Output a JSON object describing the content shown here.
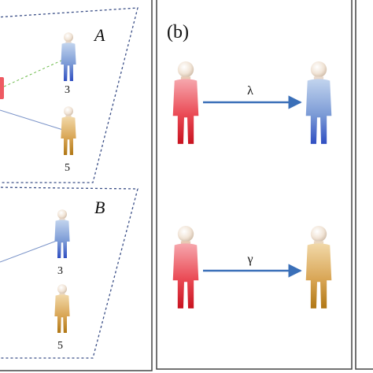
{
  "panel_a": {
    "plane_top_label": "A",
    "plane_bottom_label": "B",
    "node_top_1": "3",
    "node_top_2": "5",
    "node_bottom_1": "3",
    "node_bottom_2": "5"
  },
  "panel_b": {
    "label": "(b)",
    "rate_top": "λ",
    "rate_bottom": "γ"
  },
  "colors": {
    "red_figure": "#e83a46",
    "blue_figure": "#6f8fd0",
    "orange_figure": "#d6a04f",
    "arrow": "#3a6fb8",
    "plane_border": "#3b4f87",
    "dashed_link": "#6dbb4c",
    "solid_link": "#7a93c8"
  }
}
